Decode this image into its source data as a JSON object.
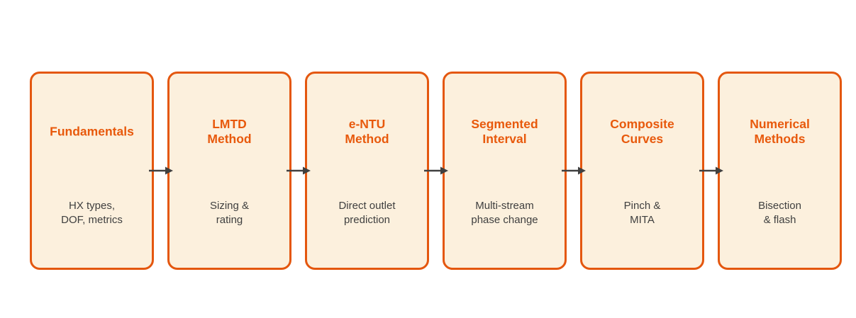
{
  "diagram": {
    "description": "Six-step heat exchanger methods process flow",
    "steps": [
      {
        "title": "Fundamentals",
        "body": "HX types,\nDOF, metrics"
      },
      {
        "title": "LMTD\nMethod",
        "body": "Sizing &\nrating"
      },
      {
        "title": "e-NTU\nMethod",
        "body": "Direct outlet\nprediction"
      },
      {
        "title": "Segmented\nInterval",
        "body": "Multi-stream\nphase change"
      },
      {
        "title": "Composite\nCurves",
        "body": "Pinch &\nMITA"
      },
      {
        "title": "Numerical\nMethods",
        "body": "Bisection\n& flash"
      }
    ],
    "connector_icon": "arrow-right-icon"
  },
  "colors": {
    "box_border": "#e4570f",
    "box_fill": "#fcf0dd",
    "title_text": "#e8590c",
    "body_text": "#3f3f3f",
    "arrow": "#404040",
    "background": "#ffffff"
  }
}
